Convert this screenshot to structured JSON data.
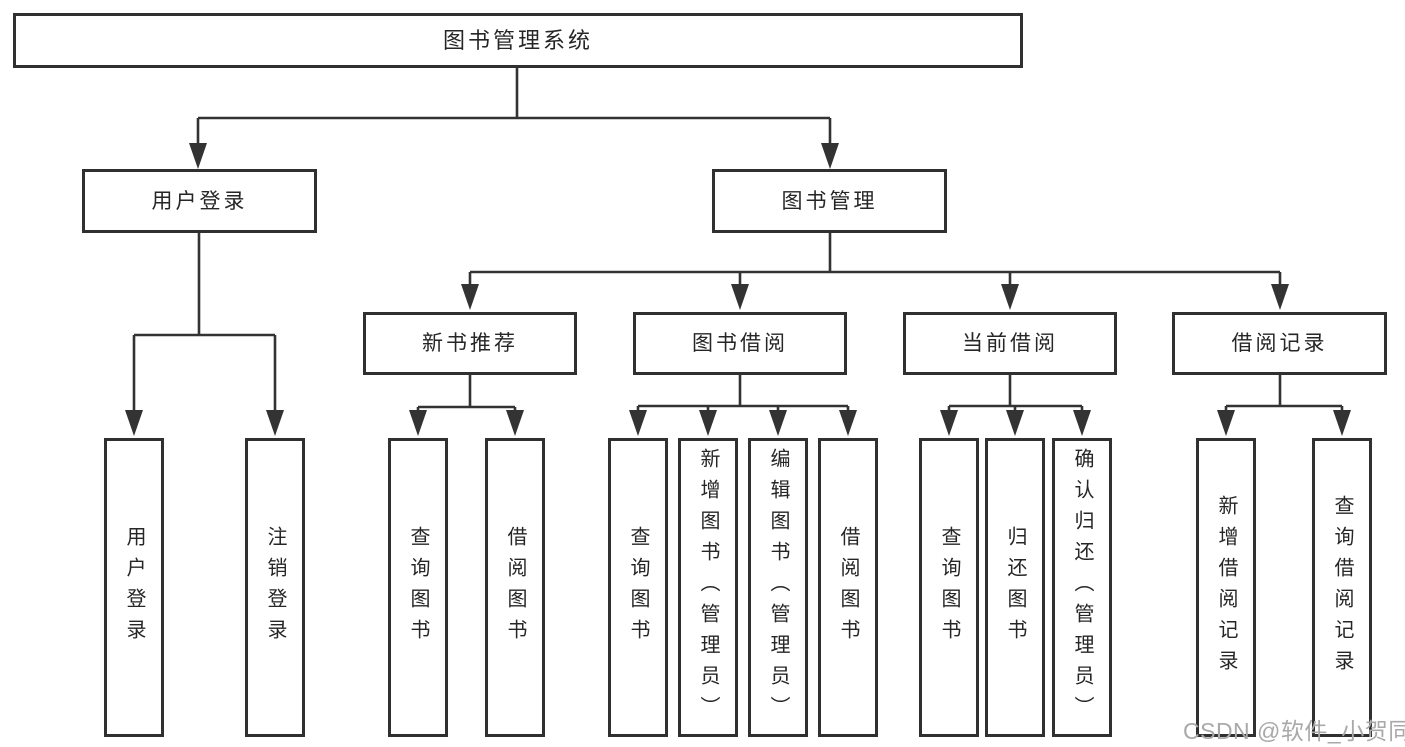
{
  "diagram": {
    "title_node": "图书管理系统",
    "colors": {
      "line": "#333333",
      "box_border": "#303030",
      "text": "#262626",
      "background": "#ffffff",
      "watermark": "#a9a9a9"
    },
    "nodes": {
      "root": {
        "label": "图书管理系统"
      },
      "user_login": {
        "label": "用户登录"
      },
      "book_mgmt": {
        "label": "图书管理"
      },
      "new_book_rec": {
        "label": "新书推荐"
      },
      "book_borrow": {
        "label": "图书借阅"
      },
      "current_borrow": {
        "label": "当前借阅"
      },
      "borrow_records": {
        "label": "借阅记录"
      },
      "leaf_user_login": {
        "label": "用户登录"
      },
      "leaf_logout": {
        "label": "注销登录"
      },
      "leaf_rec_query_book": {
        "label": "查询图书"
      },
      "leaf_rec_borrow_book": {
        "label": "借阅图书"
      },
      "leaf_bor_query_book": {
        "label": "查询图书"
      },
      "leaf_bor_add_book": {
        "label": "新增图书（管理员）"
      },
      "leaf_bor_edit_book": {
        "label": "编辑图书（管理员）"
      },
      "leaf_bor_borrow_book": {
        "label": "借阅图书"
      },
      "leaf_cur_query_book": {
        "label": "查询图书"
      },
      "leaf_cur_return_book": {
        "label": "归还图书"
      },
      "leaf_cur_confirm_return": {
        "label": "确认归还（管理员）"
      },
      "leaf_log_add_record": {
        "label": "新增借阅记录"
      },
      "leaf_log_query_record": {
        "label": "查询借阅记录"
      }
    },
    "edges": [
      {
        "parent": "图书管理系统",
        "children": [
          "用户登录",
          "图书管理"
        ]
      },
      {
        "parent": "用户登录",
        "children": [
          "用户登录",
          "注销登录"
        ]
      },
      {
        "parent": "图书管理",
        "children": [
          "新书推荐",
          "图书借阅",
          "当前借阅",
          "借阅记录"
        ]
      },
      {
        "parent": "新书推荐",
        "children": [
          "查询图书",
          "借阅图书"
        ]
      },
      {
        "parent": "图书借阅",
        "children": [
          "查询图书",
          "新增图书（管理员）",
          "编辑图书（管理员）",
          "借阅图书"
        ]
      },
      {
        "parent": "当前借阅",
        "children": [
          "查询图书",
          "归还图书",
          "确认归还（管理员）"
        ]
      },
      {
        "parent": "借阅记录",
        "children": [
          "新增借阅记录",
          "查询借阅记录"
        ]
      }
    ]
  },
  "watermark": {
    "text": "CSDN @软件_小贺同学"
  }
}
